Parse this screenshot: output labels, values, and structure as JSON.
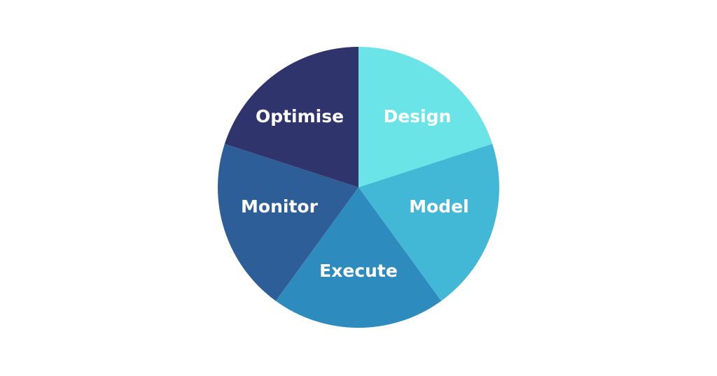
{
  "segments": [
    {
      "label": "Design",
      "color": "#6be4e8"
    },
    {
      "label": "Model",
      "color": "#43b8d6"
    },
    {
      "label": "Execute",
      "color": "#2e8bbd"
    },
    {
      "label": "Monitor",
      "color": "#2d5e97"
    },
    {
      "label": "Optimise",
      "color": "#30346c"
    }
  ]
}
